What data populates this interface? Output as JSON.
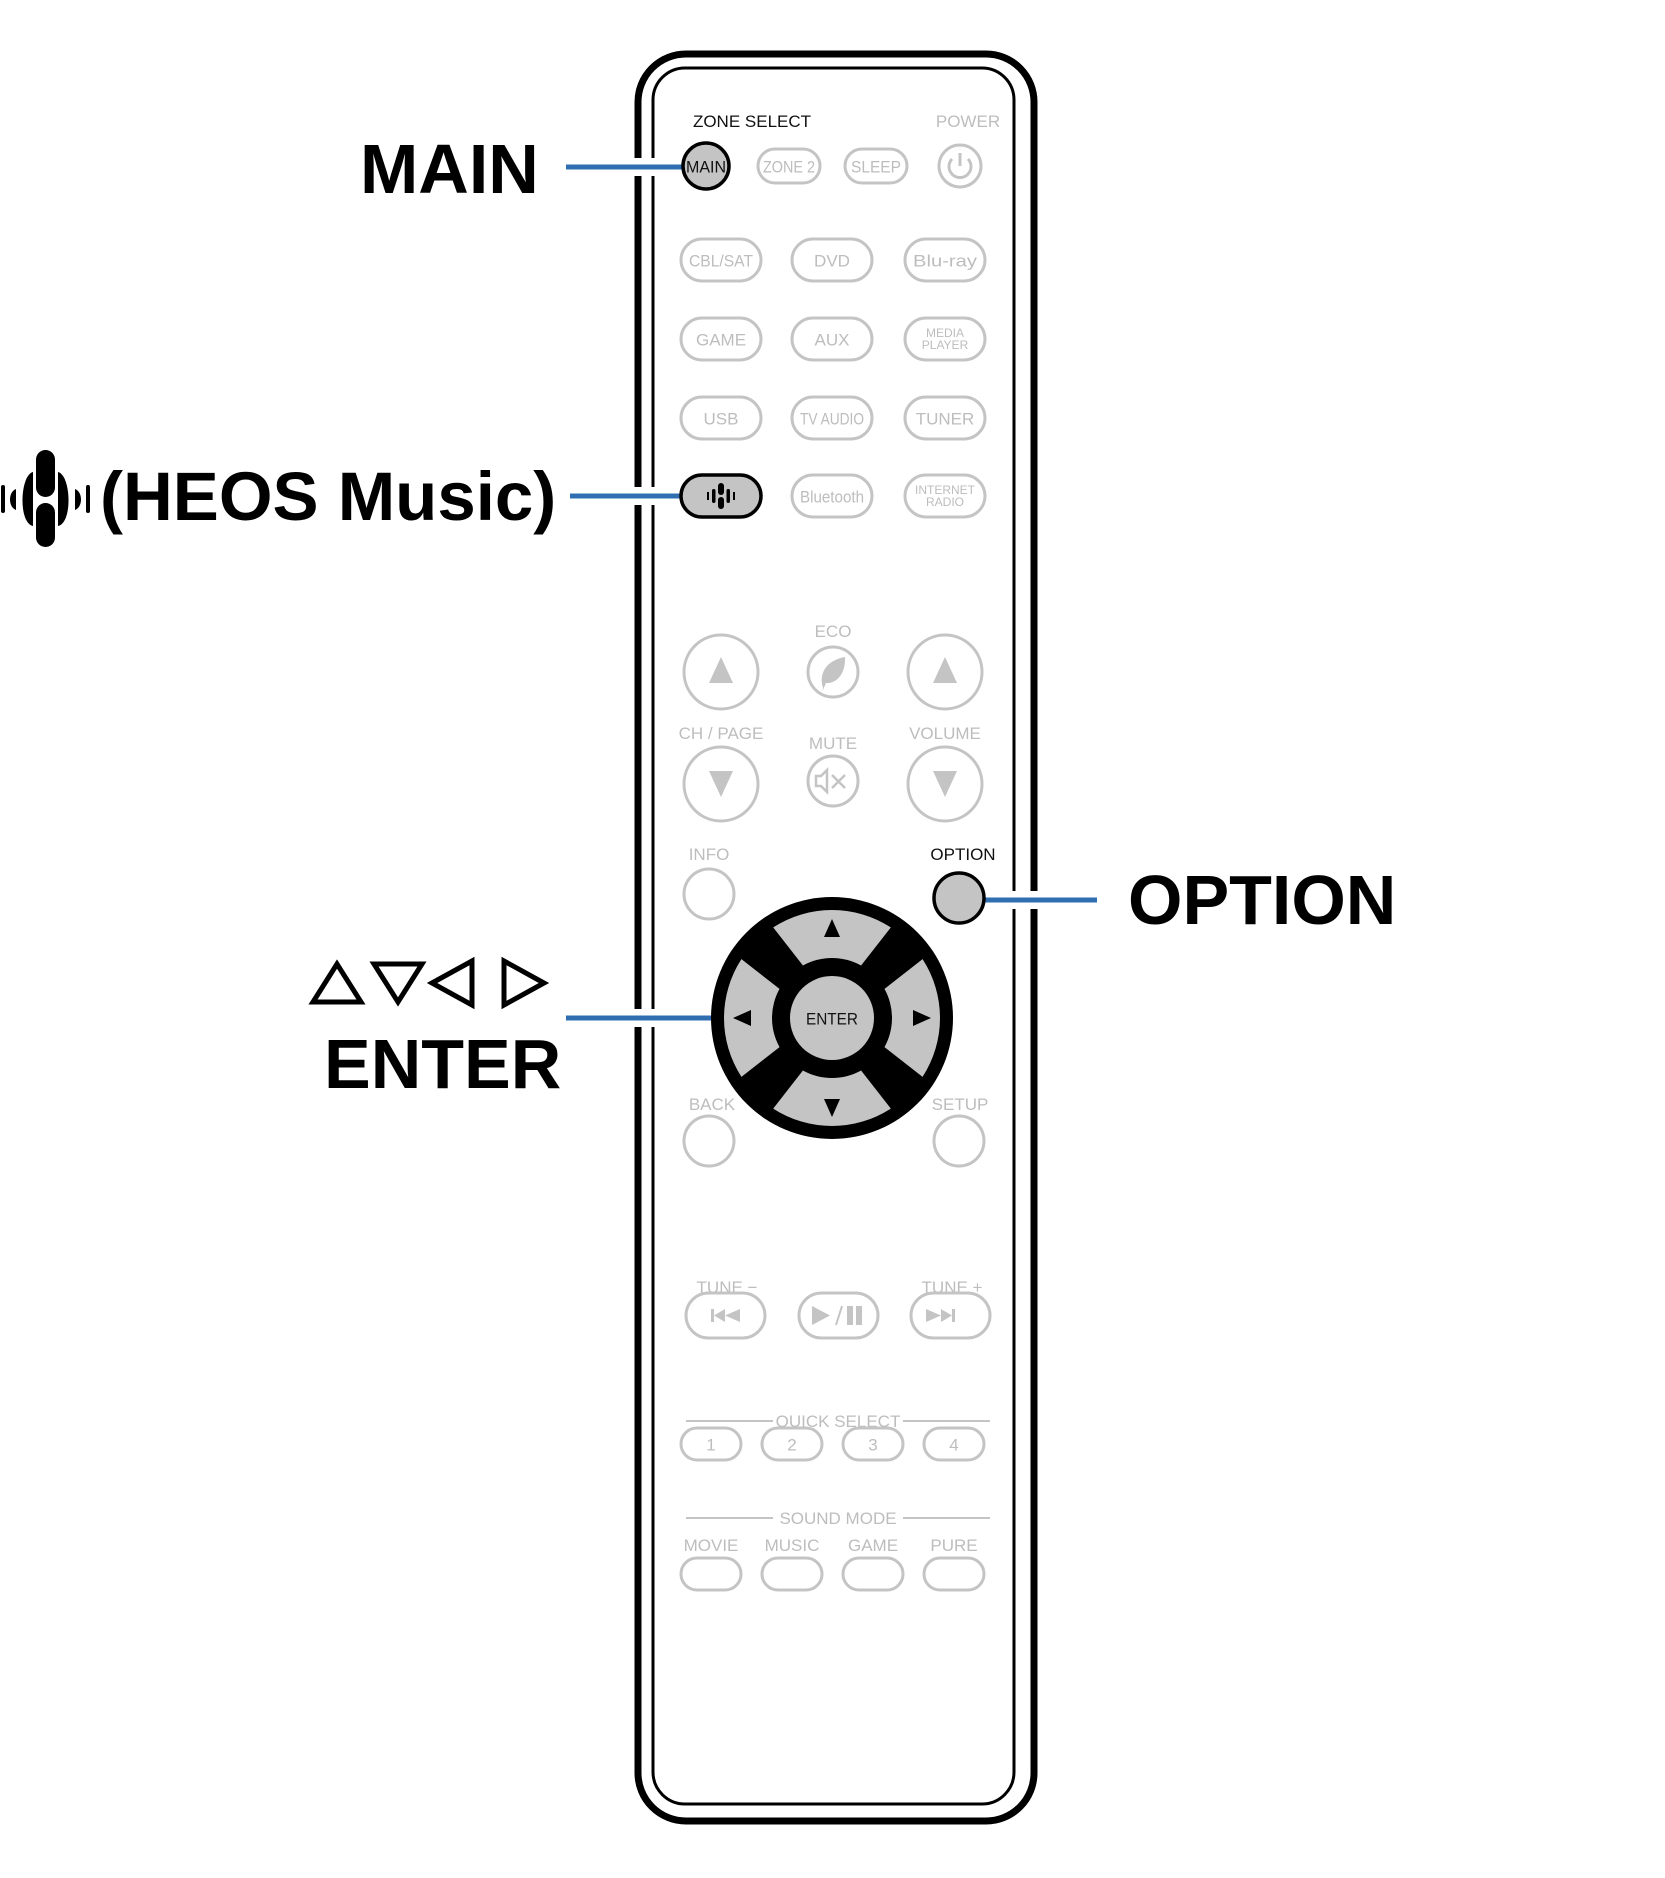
{
  "callouts": {
    "main": "MAIN",
    "heos": "(HEOS Music)",
    "option": "OPTION",
    "cursor_symbols": "△▽◁ ▷",
    "enter": "ENTER"
  },
  "leader_color": "#2f6fb1",
  "remote": {
    "zone_select_label": "ZONE SELECT",
    "power_label": "POWER",
    "zone_buttons": [
      "MAIN",
      "ZONE 2",
      "SLEEP"
    ],
    "source_rows": [
      [
        "CBL/SAT",
        "DVD",
        "Blu-ray"
      ],
      [
        "GAME",
        "AUX",
        "MEDIA|PLAYER"
      ],
      [
        "USB",
        "TV AUDIO",
        "TUNER"
      ],
      [
        "HEOS",
        "Bluetooth",
        "INTERNET|RADIO"
      ]
    ],
    "eco_label": "ECO",
    "ch_page_label": "CH / PAGE",
    "mute_label": "MUTE",
    "volume_label": "VOLUME",
    "info_label": "INFO",
    "option_label": "OPTION",
    "enter_label": "ENTER",
    "back_label": "BACK",
    "setup_label": "SETUP",
    "tune_minus_label": "TUNE −",
    "tune_plus_label": "TUNE +",
    "quick_select_label": "QUICK SELECT",
    "quick_select_buttons": [
      "1",
      "2",
      "3",
      "4"
    ],
    "sound_mode_label": "SOUND MODE",
    "sound_modes": [
      "MOVIE",
      "MUSIC",
      "GAME",
      "PURE"
    ],
    "highlighted": [
      "MAIN",
      "HEOS",
      "OPTION",
      "ENTER"
    ]
  }
}
